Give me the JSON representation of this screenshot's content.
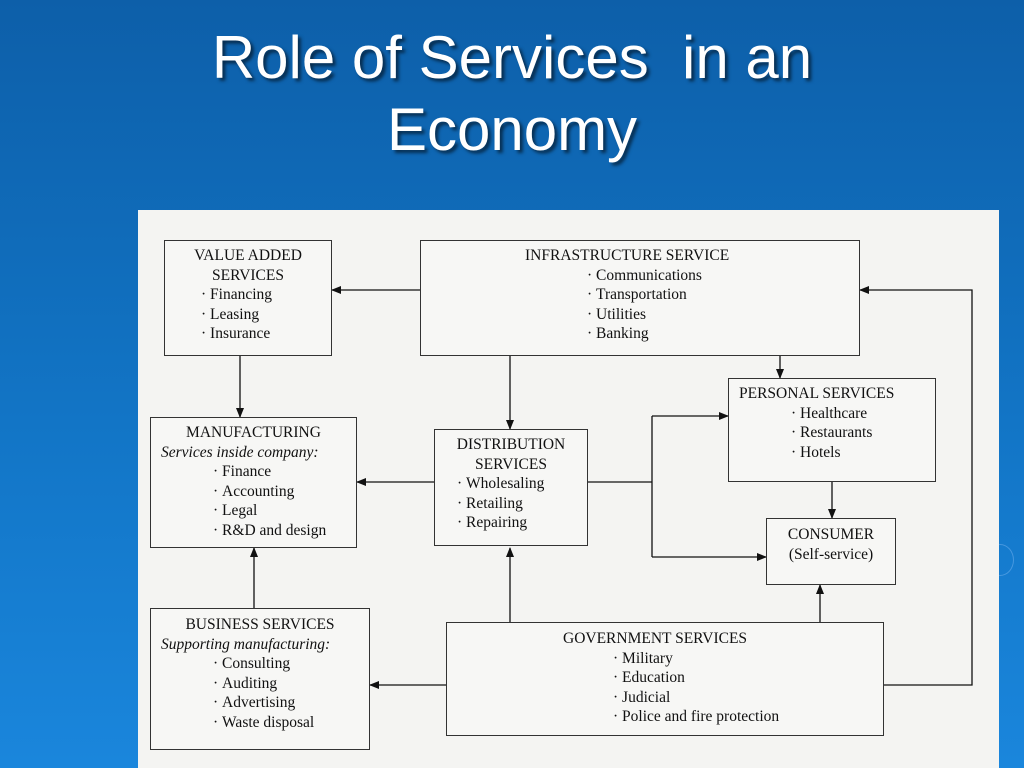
{
  "slide": {
    "title_line1": "Role of Services  in an",
    "title_line2": "Economy"
  },
  "diagram": {
    "value_added": {
      "title_line1": "VALUE ADDED",
      "title_line2": "SERVICES",
      "items": [
        "Financing",
        "Leasing",
        "Insurance"
      ]
    },
    "infrastructure": {
      "title": "INFRASTRUCTURE SERVICE",
      "items": [
        "Communications",
        "Transportation",
        "Utilities",
        "Banking"
      ]
    },
    "personal": {
      "title": "PERSONAL SERVICES",
      "items": [
        "Healthcare",
        "Restaurants",
        "Hotels"
      ]
    },
    "manufacturing": {
      "title": "MANUFACTURING",
      "subtitle": "Services inside company:",
      "items": [
        "Finance",
        "Accounting",
        "Legal",
        "R&D and design"
      ]
    },
    "distribution": {
      "title_line1": "DISTRIBUTION",
      "title_line2": "SERVICES",
      "items": [
        "Wholesaling",
        "Retailing",
        "Repairing"
      ]
    },
    "consumer": {
      "title": "CONSUMER",
      "subtitle": "(Self-service)"
    },
    "business": {
      "title": "BUSINESS SERVICES",
      "subtitle": "Supporting manufacturing:",
      "items": [
        "Consulting",
        "Auditing",
        "Advertising",
        "Waste disposal"
      ]
    },
    "government": {
      "title": "GOVERNMENT SERVICES",
      "items": [
        "Military",
        "Education",
        "Judicial",
        "Police and fire protection"
      ]
    }
  }
}
